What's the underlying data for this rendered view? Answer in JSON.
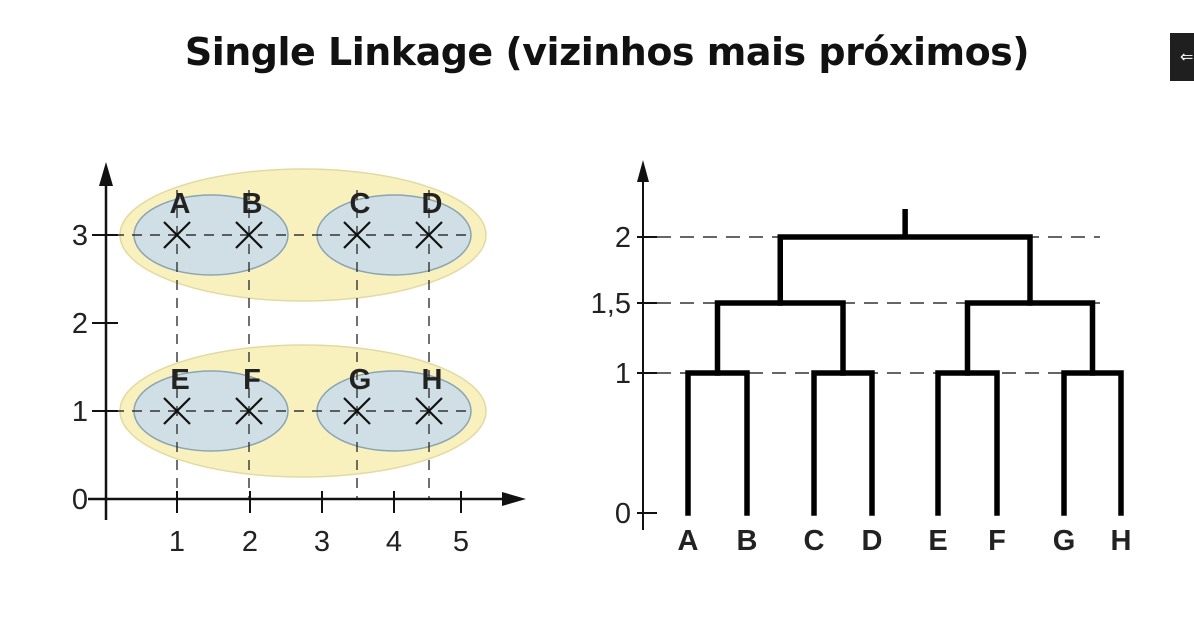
{
  "title": "Single Linkage (vizinhos mais próximos)",
  "corner_button": {
    "icon": "back-arrow-icon",
    "glyph": "⇐"
  },
  "scatter": {
    "x_ticks": [
      "1",
      "2",
      "3",
      "4",
      "5"
    ],
    "y_ticks": [
      "0",
      "1",
      "2",
      "3"
    ],
    "points": [
      {
        "label": "A",
        "x": 1,
        "y": 3
      },
      {
        "label": "B",
        "x": 2,
        "y": 3
      },
      {
        "label": "C",
        "x": 3.5,
        "y": 3
      },
      {
        "label": "D",
        "x": 4.5,
        "y": 3
      },
      {
        "label": "E",
        "x": 1,
        "y": 1
      },
      {
        "label": "F",
        "x": 2,
        "y": 1
      },
      {
        "label": "G",
        "x": 3.5,
        "y": 1
      },
      {
        "label": "H",
        "x": 4.5,
        "y": 1
      }
    ],
    "colors": {
      "outer_cluster": "#f9f1bd",
      "inner_cluster": "#cfdfe5",
      "outline": "#8aa4b3"
    }
  },
  "dendrogram": {
    "y_ticks": [
      "0",
      "1",
      "1,5",
      "2"
    ],
    "leaves": [
      "A",
      "B",
      "C",
      "D",
      "E",
      "F",
      "G",
      "H"
    ],
    "merge_heights": {
      "pairs": 1,
      "quads": 1.5,
      "root": 2
    }
  }
}
